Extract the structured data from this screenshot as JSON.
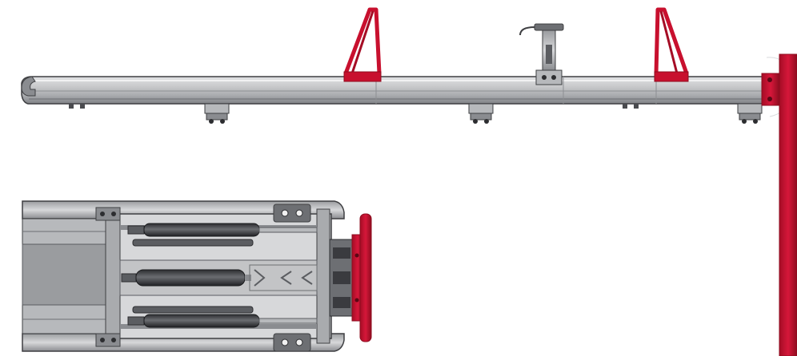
{
  "figure": {
    "views": [
      {
        "id": "side-view",
        "kind": "side elevation of rail beam with brackets"
      },
      {
        "id": "top-view",
        "kind": "detail view of carriage with hydraulic cylinders"
      }
    ],
    "arrow_marks": [
      "chevron",
      "chevron",
      "chevron"
    ]
  },
  "colors": {
    "beam_light": "#c9cacc",
    "beam_mid": "#a9abae",
    "beam_dark": "#6d6f73",
    "outline": "#3e3f42",
    "accent_red": "#c8102e",
    "accent_red_dark": "#8e0c1f",
    "cylinder": "#3a3b3f",
    "rod": "#b7b9bc"
  }
}
